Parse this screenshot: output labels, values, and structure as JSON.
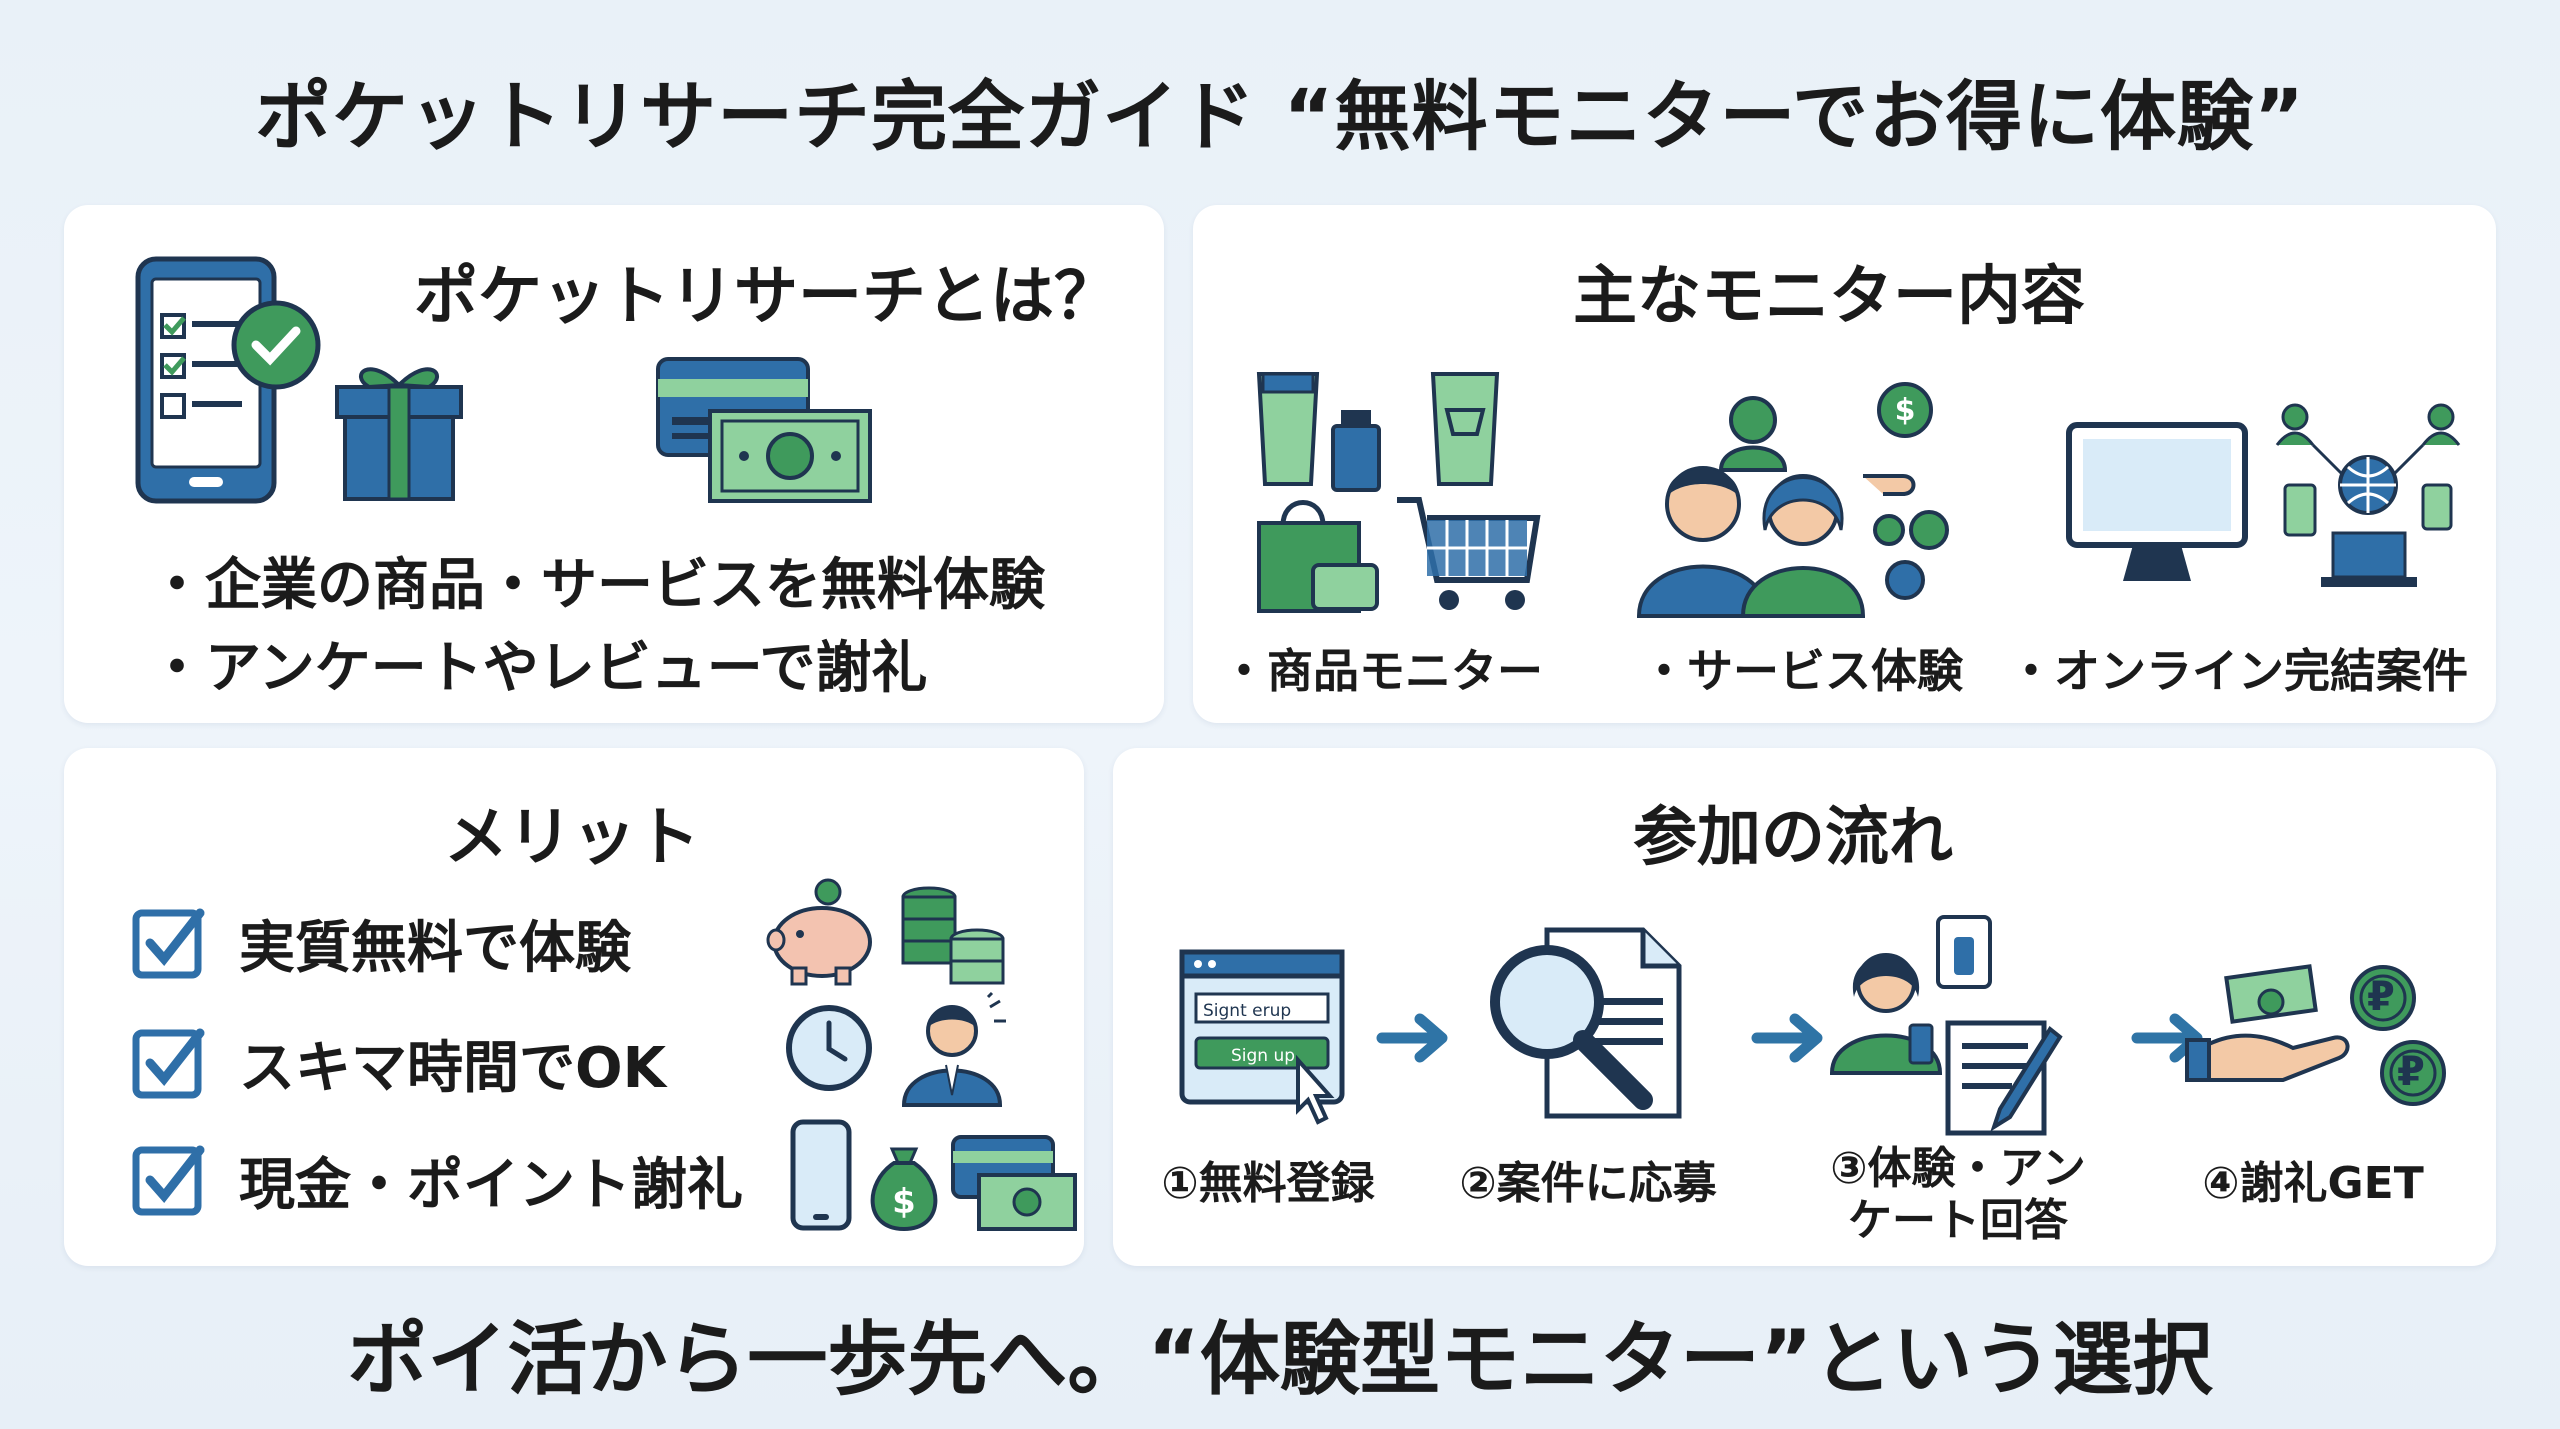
{
  "title": "ポケットリサーチ完全ガイド “無料モニターでお得に体験”",
  "about": {
    "title": "ポケットリサーチとは？",
    "bullets": [
      "・企業の商品・サービスを無料体験",
      "・アンケートやレビューで謝礼"
    ]
  },
  "monitors": {
    "title": "主なモニター内容",
    "items": [
      "・商品モニター",
      "・サービス体験",
      "・オンライン完結案件"
    ]
  },
  "merits": {
    "title": "メリット",
    "items": [
      "実質無料で体験",
      "スキマ時間でOK",
      "現金・ポイント謝礼"
    ]
  },
  "flow": {
    "title": "参加の流れ",
    "signup_field": "Signt erup",
    "signup_button": "Sign up",
    "steps": [
      "①無料登録",
      "②案件に応募",
      "③体験・アン\nケート回答",
      "④謝礼GET"
    ],
    "currency_symbol": "₽"
  },
  "footer": "ポイ活から一歩先へ。“体験型モニター”という選択",
  "colors": {
    "blue": "#2f6fa8",
    "green": "#3f9a5c",
    "light_green": "#8fd19e",
    "navy": "#1f3550",
    "arrow": "#2f74a6"
  }
}
